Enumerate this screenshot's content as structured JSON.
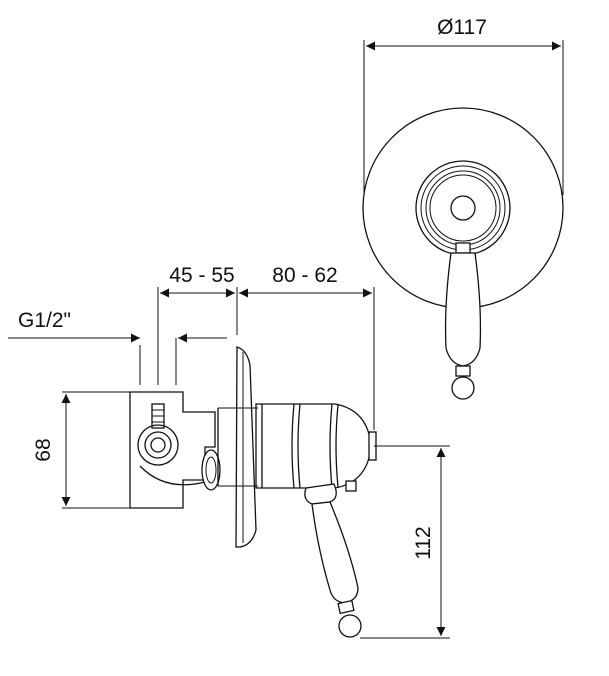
{
  "dimensions": {
    "diameter": "Ø117",
    "depth_range": "45 - 55",
    "projection_range": "80 - 62",
    "thread": "G1/2\"",
    "body_height": "68",
    "handle_drop": "112"
  }
}
